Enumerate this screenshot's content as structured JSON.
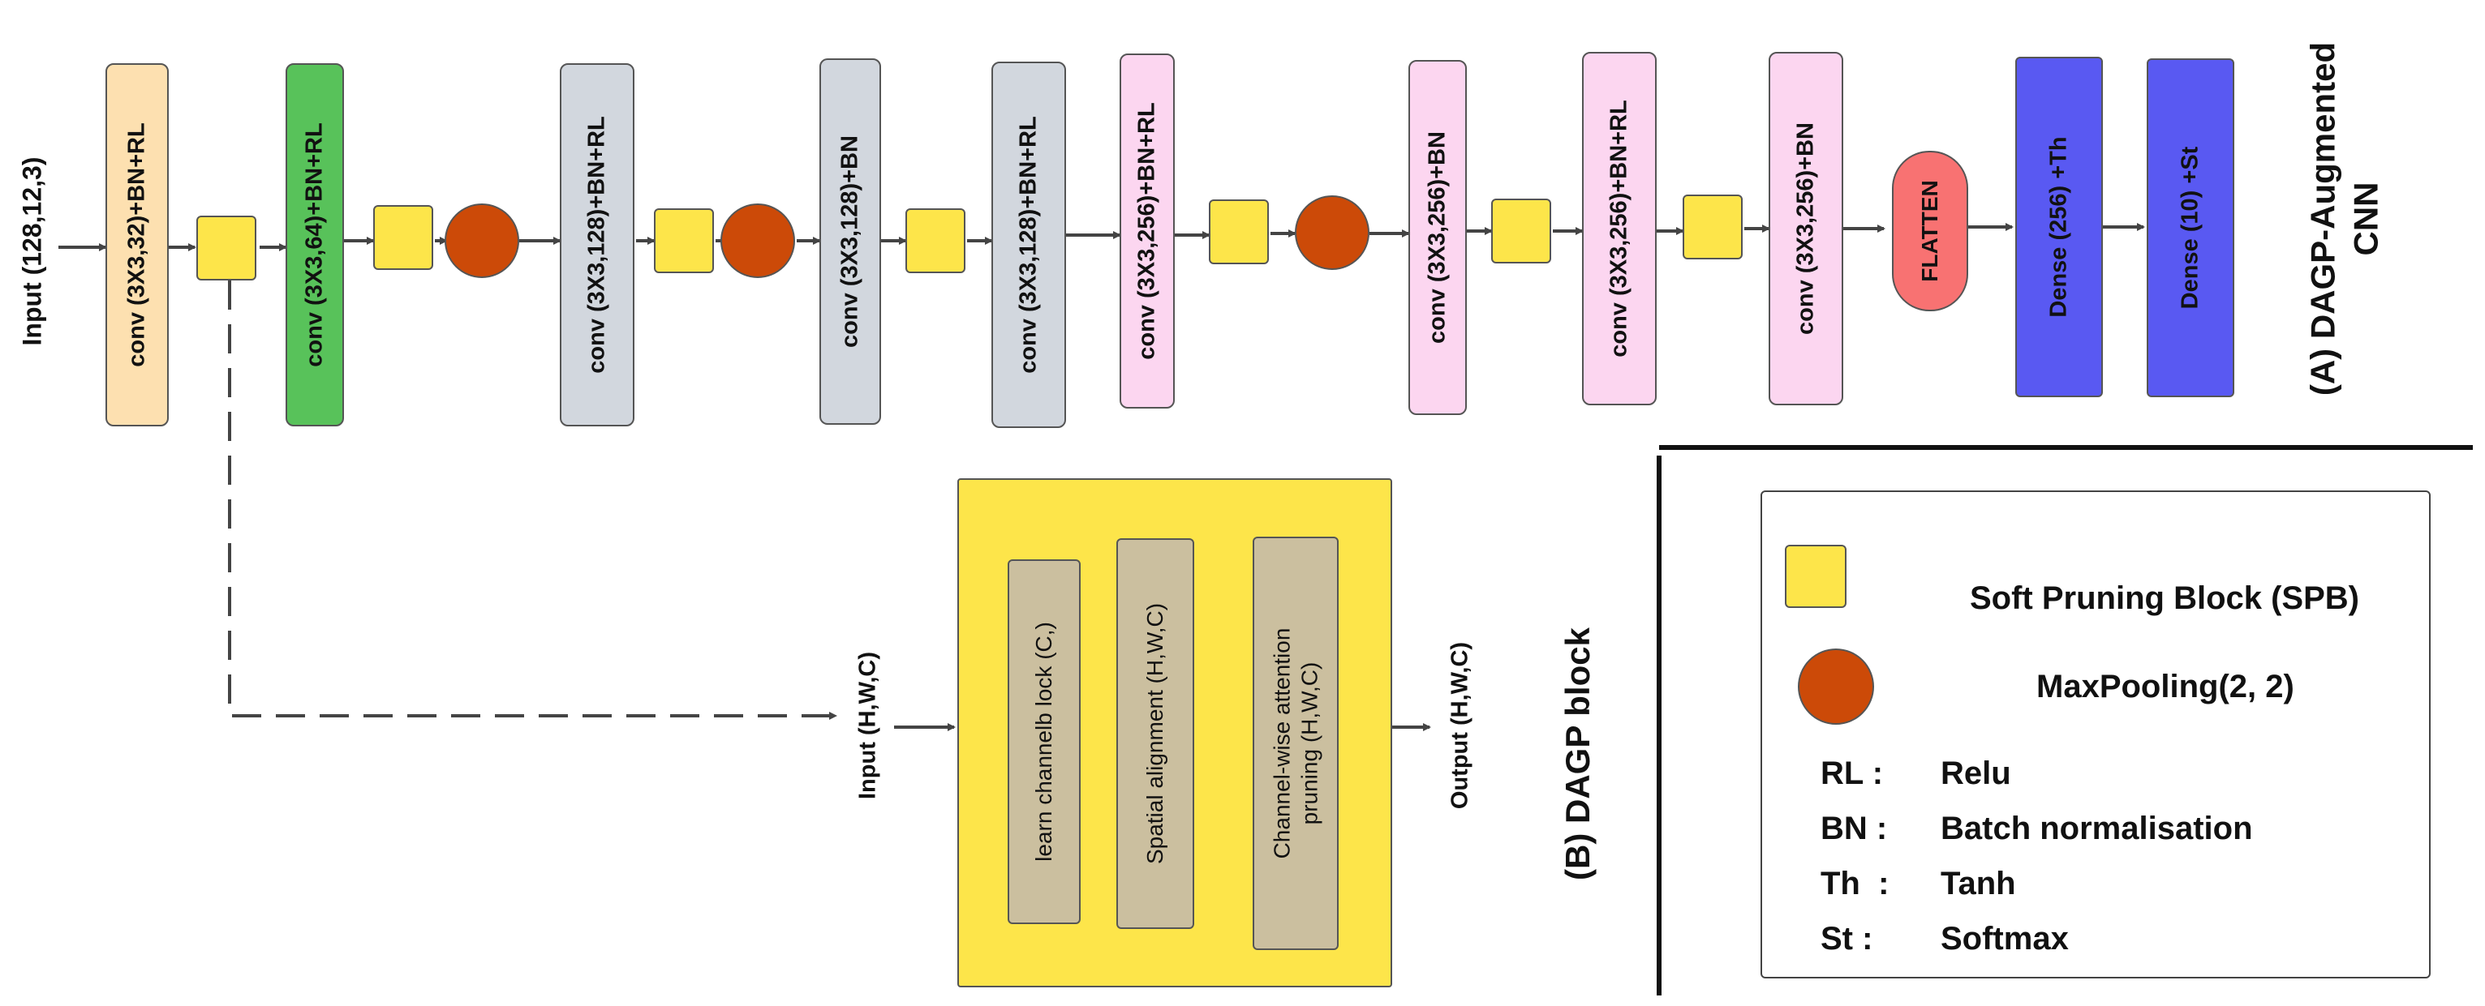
{
  "section_a": {
    "title": "(A) DAGP-Augmented\nCNN",
    "input_label": "Input (128,12,3)",
    "layers": [
      "conv (3X3,32)+BN+RL",
      "conv (3X3,64)+BN+RL",
      "conv (3X3,128)+BN+RL",
      "conv (3X3,128)+BN",
      "conv (3X3,128)+BN+RL",
      "conv (3X3,256)+BN+RL",
      "conv (3X3,256)+BN",
      "conv (3X3,256)+BN+RL",
      "conv (3X3,256)+BN",
      "FLATTEN",
      "Dense (256) +Th",
      "Dense (10) +St"
    ]
  },
  "section_b": {
    "title": "(B) DAGP block",
    "input_label": "Input (H,W,C)",
    "output_label": "Output (H,W,C)",
    "steps": [
      "learn channelb lock (C,)",
      "Spatial alignment (H,W,C)",
      "Channel-wise attention\npruning (H,W,C)"
    ]
  },
  "legend": {
    "spb": "Soft Pruning Block (SPB)",
    "pool": "MaxPooling(2, 2)",
    "abbrevs": [
      {
        "key": "RL :",
        "value": "Relu"
      },
      {
        "key": "BN :",
        "value": "Batch normalisation"
      },
      {
        "key": "Th  :",
        "value": "Tanh"
      },
      {
        "key": "St :",
        "value": "Softmax"
      }
    ]
  },
  "colors": {
    "orange": "#fde0b0",
    "green": "#58c25a",
    "gray": "#d2d7de",
    "pink": "#fcd6f0",
    "flatten": "#f87272",
    "dense": "#5959f2",
    "spb": "#fde54a",
    "pool": "#cc4a08",
    "dagp_block": "#fde54a",
    "dagp_step": "#cbbf9f"
  }
}
